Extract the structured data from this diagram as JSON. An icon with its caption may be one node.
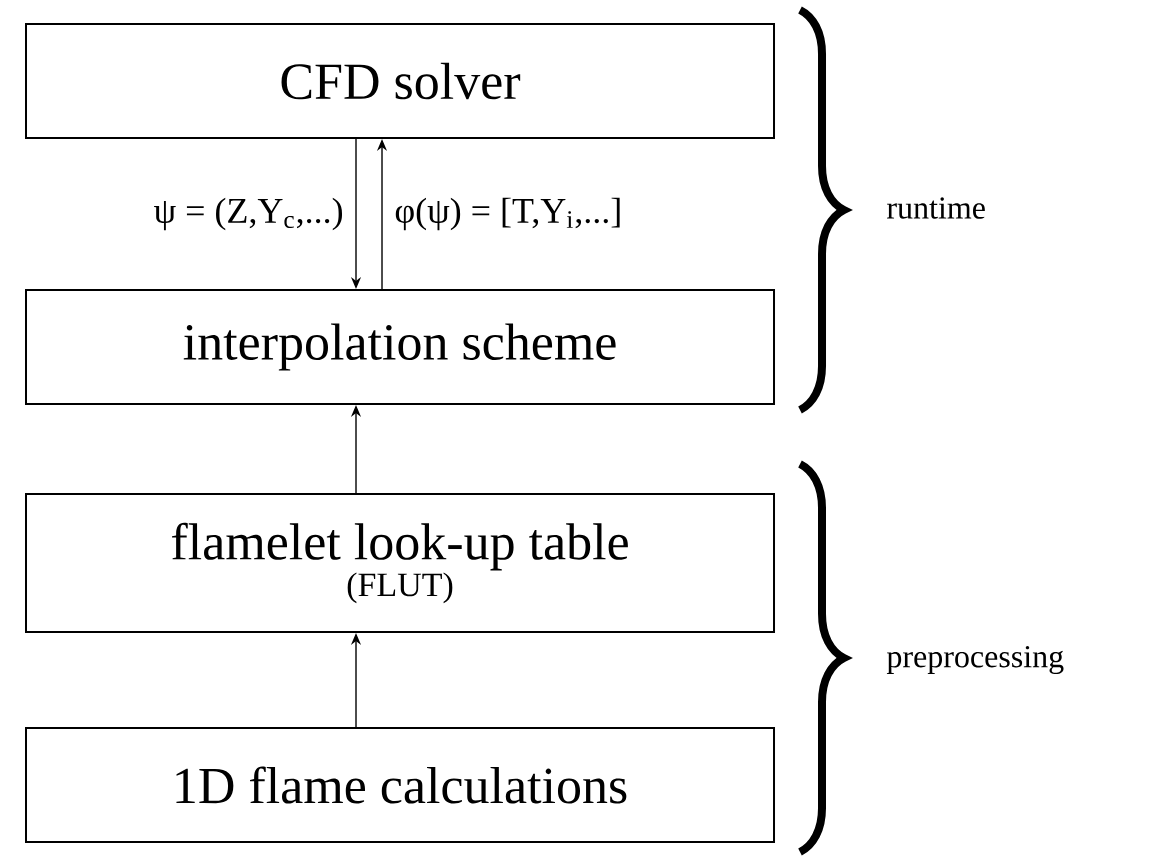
{
  "diagram": {
    "nodes": [
      {
        "text": [
          "CFD solver"
        ]
      },
      {
        "text": [
          "interpolation scheme"
        ]
      },
      {
        "text": [
          "flamelet look-up table",
          "(FLUT)"
        ]
      },
      {
        "text": [
          "1D flame calculations"
        ]
      }
    ],
    "edges": [
      {
        "from": 0,
        "to": 1,
        "arrow": "to",
        "label": "ψ = (Z,Y$_{c}$,...)"
      },
      {
        "from": 1,
        "to": 0,
        "arrow": "to",
        "label": "φ(ψ) = [T,Y$_{i}$,...]"
      },
      {
        "from": 2,
        "to": 1,
        "arrow": "to"
      },
      {
        "from": 3,
        "to": 2,
        "arrow": "to"
      }
    ],
    "labels": [
      "runtime",
      "preprocessing"
    ]
  }
}
